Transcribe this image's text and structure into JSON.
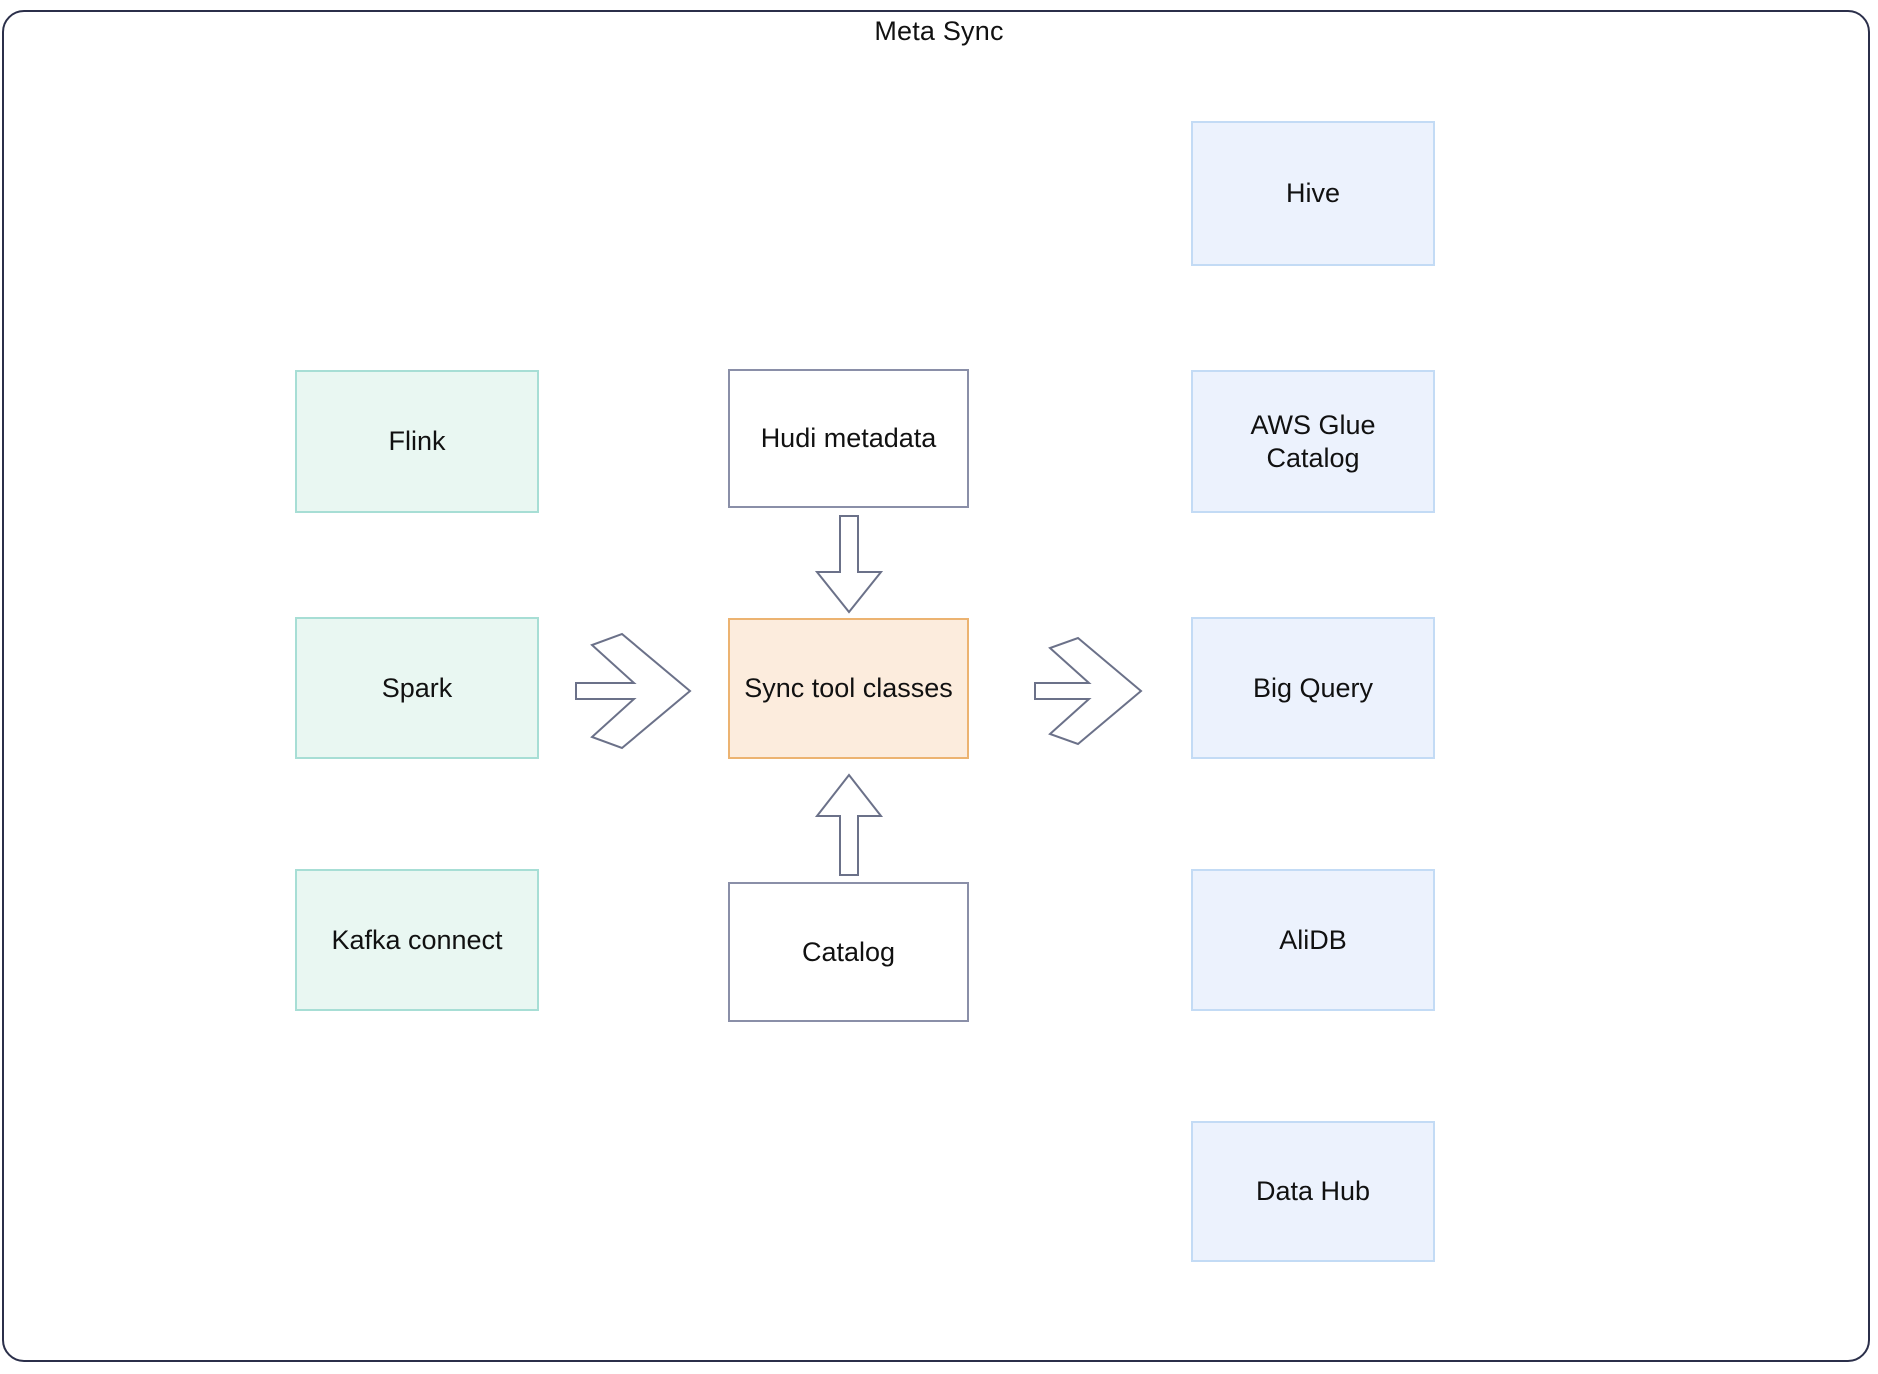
{
  "diagram": {
    "title": "Meta Sync",
    "type": "block-flow-diagram",
    "frame": {
      "border_color": "#2b2f4a",
      "background": "#ffffff",
      "rounded": true
    },
    "palette": {
      "source_fill": "#e9f7f2",
      "source_border": "#a7ded5",
      "plain_fill": "#ffffff",
      "plain_border": "#8a8fa8",
      "center_fill": "#fcecdd",
      "center_border": "#ecb371",
      "target_fill": "#ecf2fd",
      "target_border": "#c3dbf5",
      "arrow_stroke": "#6b7189",
      "text": "#111111"
    },
    "columns": {
      "sources": {
        "nodes": [
          {
            "id": "flink",
            "label": "Flink"
          },
          {
            "id": "spark",
            "label": "Spark"
          },
          {
            "id": "kafka-connect",
            "label": "Kafka connect"
          }
        ]
      },
      "middle": {
        "nodes": [
          {
            "id": "hudi-metadata",
            "label": "Hudi metadata"
          },
          {
            "id": "sync-tool-classes",
            "label": "Sync tool classes"
          },
          {
            "id": "catalog",
            "label": "Catalog"
          }
        ]
      },
      "targets": {
        "nodes": [
          {
            "id": "hive",
            "label": "Hive"
          },
          {
            "id": "aws-glue-catalog",
            "label": "AWS Glue Catalog"
          },
          {
            "id": "big-query",
            "label": "Big Query"
          },
          {
            "id": "alidb",
            "label": "AliDB"
          },
          {
            "id": "data-hub",
            "label": "Data Hub"
          }
        ]
      }
    },
    "connectors": [
      {
        "id": "sources-to-sync",
        "kind": "chevron-block-arrow",
        "direction": "right",
        "from": "sources",
        "to": "sync-tool-classes"
      },
      {
        "id": "sync-to-targets",
        "kind": "chevron-block-arrow",
        "direction": "right",
        "from": "sync-tool-classes",
        "to": "targets"
      },
      {
        "id": "hudi-to-sync",
        "kind": "block-arrow",
        "direction": "down",
        "from": "hudi-metadata",
        "to": "sync-tool-classes"
      },
      {
        "id": "catalog-to-sync",
        "kind": "block-arrow",
        "direction": "up",
        "from": "catalog",
        "to": "sync-tool-classes"
      }
    ]
  }
}
